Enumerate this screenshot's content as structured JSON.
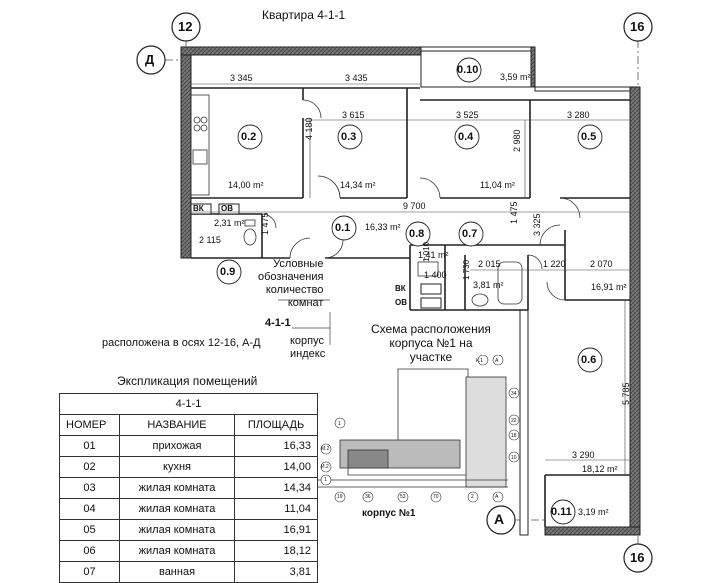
{
  "title": "Квартира 4-1-1",
  "axes": {
    "ax12": "12",
    "ax16_top": "16",
    "ax16_bottom": "16",
    "axD": "Д",
    "axA": "А"
  },
  "room_tags": {
    "r02": "0.2",
    "r03": "0.3",
    "r04": "0.4",
    "r05": "0.5",
    "r06": "0.6",
    "r01": "0.1",
    "r07": "0.7",
    "r08": "0.8",
    "r09": "0.9",
    "r10": "0.10",
    "r11": "0.11"
  },
  "areas": {
    "r02": "14,00 m²",
    "r03": "14,34 m²",
    "r04": "11,04 m²",
    "r05": "16,91 m²",
    "r06": "18,12 m²",
    "r01": "16,33 m²",
    "r07": "3,81 m²",
    "r08": "1,41 m²",
    "r09": "2,31 m²",
    "r10": "3,59 m²",
    "r11": "3,19 m²"
  },
  "dimensions": {
    "d1": "3 345",
    "d2": "3 435",
    "d3": "3 615",
    "d4": "3 525",
    "d5": "3 280",
    "d6": "4 180",
    "d7": "2 980",
    "d8": "9 700",
    "d9": "1 475",
    "d10": "3 325",
    "d11": "2 015",
    "d12": "1 220",
    "d13": "2 070",
    "d14": "5 785",
    "d15": "3 290",
    "d16": "1 475",
    "d17": "2 115",
    "d18": "1 400",
    "d19": "1 010",
    "d20": "1 730"
  },
  "fixtures": {
    "vk": "ВК",
    "ov": "ОВ",
    "vk2": "ВК",
    "ov2": "ОВ"
  },
  "legend": {
    "heading": "Условные\nобозначения\nколичество\nкомнат",
    "code": "4-1-1",
    "corpus_index": "корпус\nиндекс",
    "located": "расположена в осях 12-16, А-Д"
  },
  "schema": {
    "heading": "Схема расположения\nкорпуса №1 на\nучастке",
    "caption": "корпус №1",
    "marks": [
      "К.1",
      "А",
      "1",
      "34",
      "22",
      "М.2",
      "И.2",
      "18",
      "10",
      "1",
      "19",
      "36",
      "53",
      "70",
      "2",
      "А"
    ]
  },
  "table": {
    "title": "Экспликация помещений",
    "subtitle": "4-1-1",
    "headers": [
      "НОМЕР",
      "НАЗВАНИЕ",
      "ПЛОЩАДЬ"
    ],
    "rows": [
      [
        "01",
        "прихожая",
        "16,33"
      ],
      [
        "02",
        "кухня",
        "14,00"
      ],
      [
        "03",
        "жилая комната",
        "14,34"
      ],
      [
        "04",
        "жилая комната",
        "11,04"
      ],
      [
        "05",
        "жилая комната",
        "16,91"
      ],
      [
        "06",
        "жилая комната",
        "18,12"
      ],
      [
        "07",
        "ванная",
        "3,81"
      ]
    ]
  }
}
